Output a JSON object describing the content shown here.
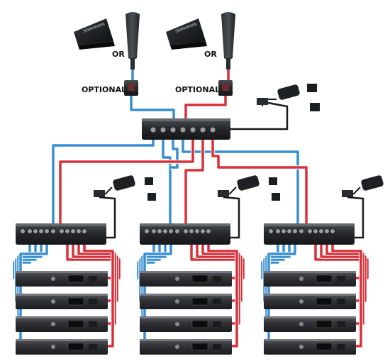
{
  "labels": {
    "or": "OR",
    "optional": "OPTIONAL",
    "brand": "SENNHEISER"
  },
  "icons": {
    "antenna_paddle": "directional-antenna-icon",
    "antenna_rod": "rod-antenna-icon",
    "booster": "antenna-booster-icon",
    "power_supply": "power-adapter-icon",
    "plug": "plug-adapter-icon"
  },
  "colors": {
    "cable_blue": "#3a8fd0",
    "cable_red": "#d8313a",
    "power_cable": "#1a1a1a",
    "device_body": "#2a2c30",
    "receiver_body": "#3a3c40"
  },
  "groups": [
    {
      "receivers": 4
    },
    {
      "receivers": 4
    },
    {
      "receivers": 4
    }
  ]
}
